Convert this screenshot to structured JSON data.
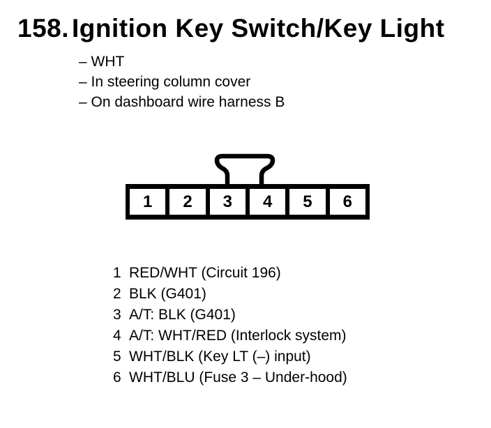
{
  "figure": {
    "number": "158.",
    "title": "Ignition Key Switch/Key Light"
  },
  "notes": [
    "– WHT",
    "– In steering column cover",
    "– On dashboard wire harness B"
  ],
  "connector": {
    "pins": [
      "1",
      "2",
      "3",
      "4",
      "5",
      "6"
    ]
  },
  "pin_list": [
    {
      "pin": "1",
      "desc": "RED/WHT (Circuit 196)"
    },
    {
      "pin": "2",
      "desc": "BLK (G401)"
    },
    {
      "pin": "3",
      "desc": "A/T: BLK (G401)"
    },
    {
      "pin": "4",
      "desc": "A/T: WHT/RED (Interlock system)"
    },
    {
      "pin": "5",
      "desc": "WHT/BLK (Key LT (–) input)"
    },
    {
      "pin": "6",
      "desc": "WHT/BLU (Fuse 3 – Under-hood)"
    }
  ],
  "colors": {
    "ink": "#000000",
    "paper": "#ffffff"
  }
}
